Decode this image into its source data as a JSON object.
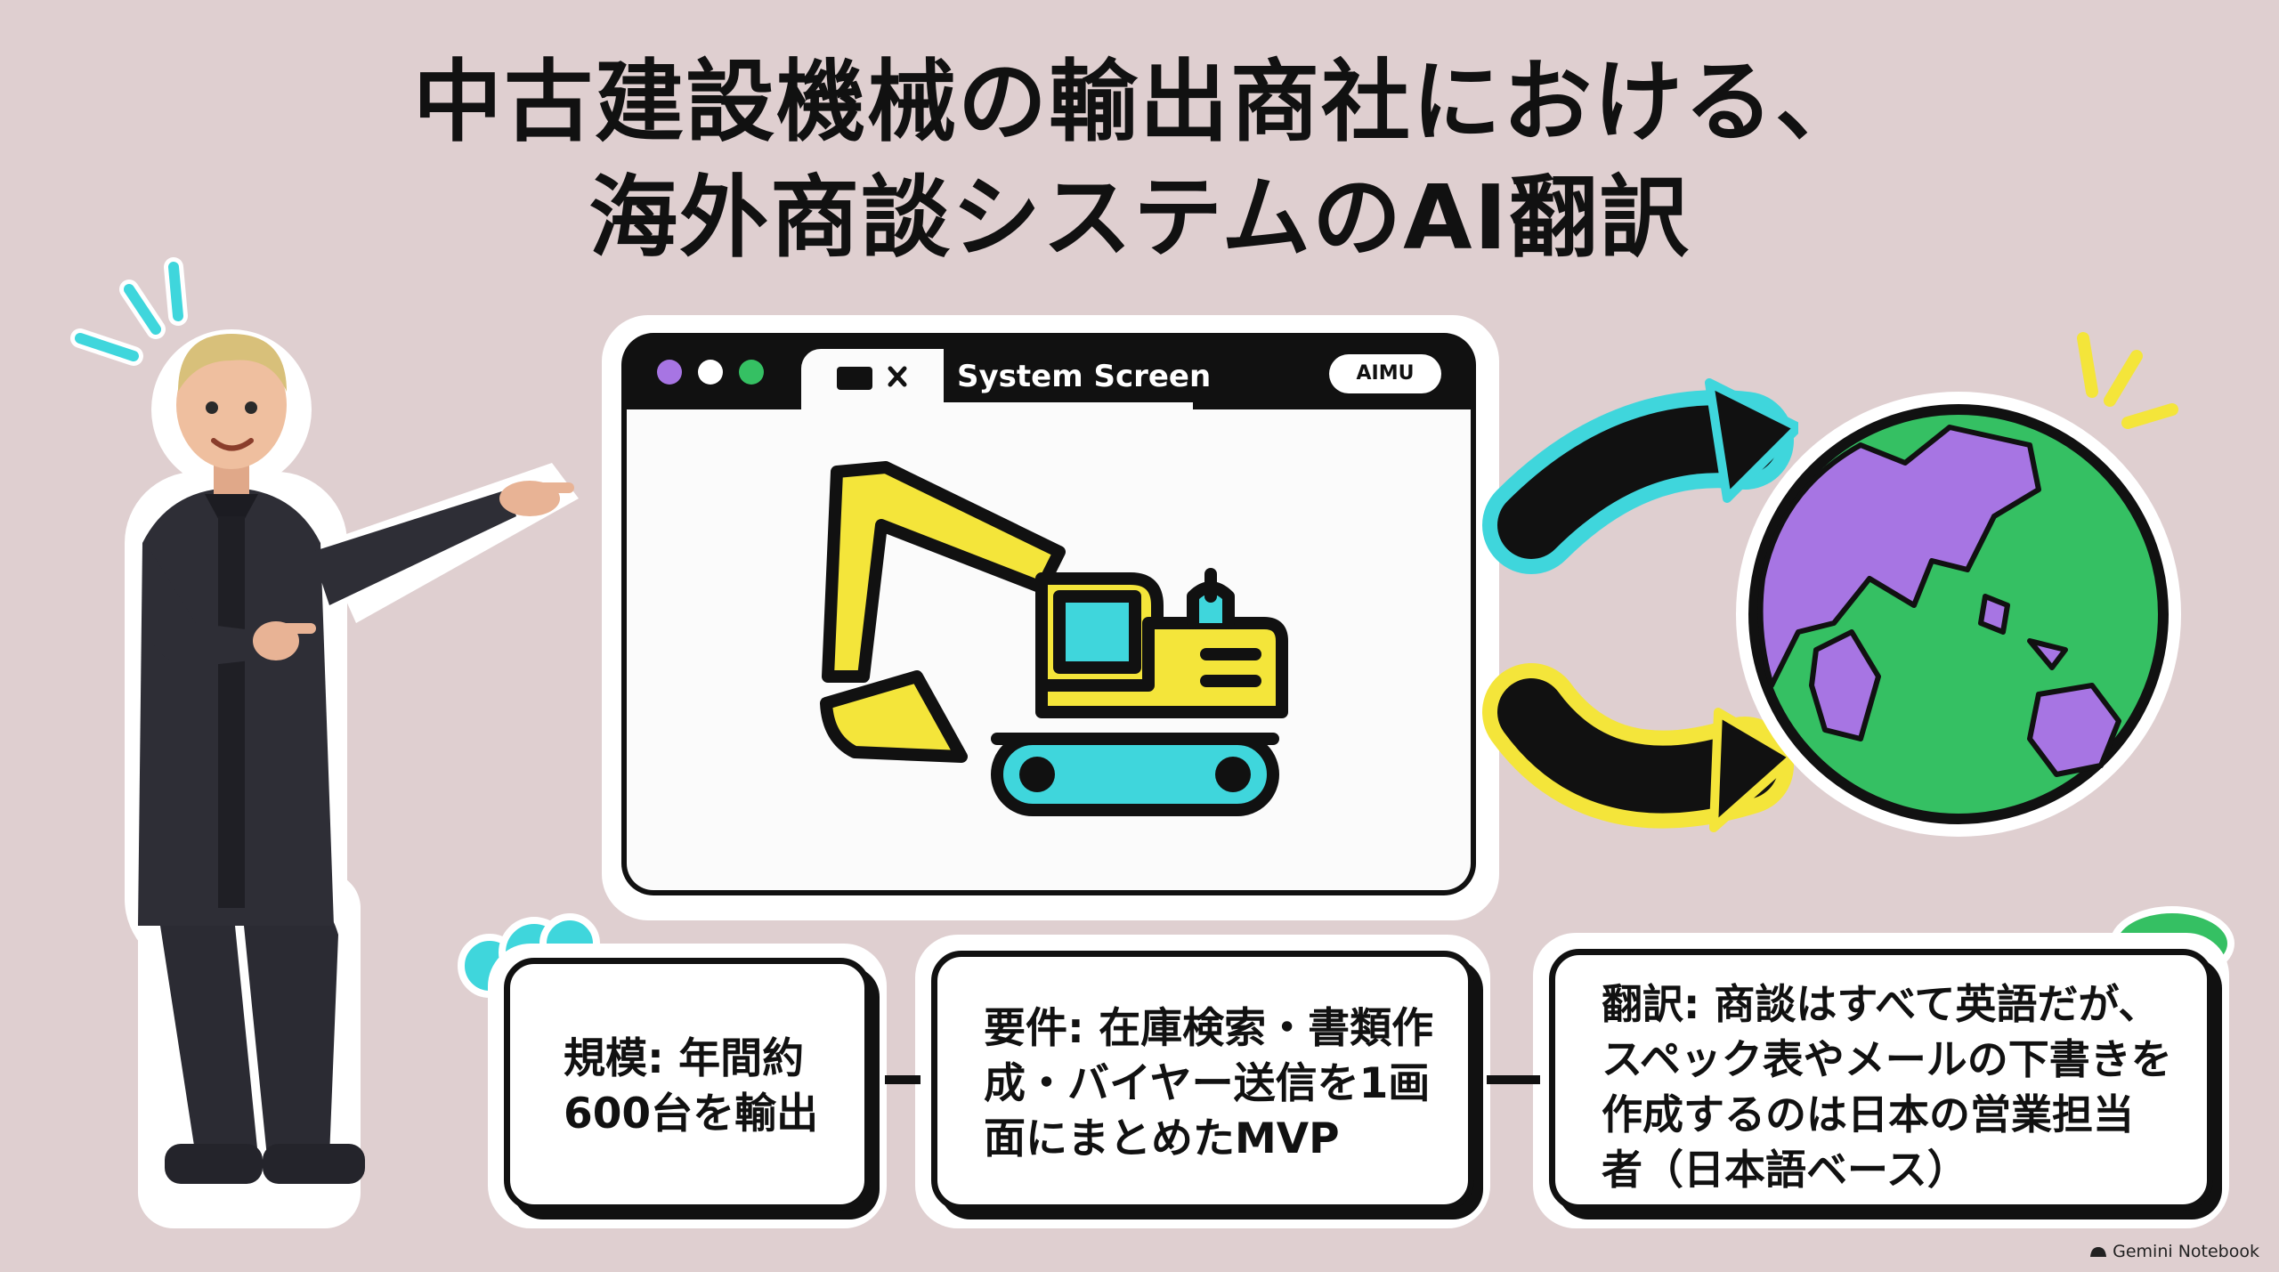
{
  "title": {
    "line1": "中古建設機械の輸出商社における、",
    "line2": "海外商談システムのAI翻訳"
  },
  "window": {
    "title": "System Screen",
    "badge": "AIMU",
    "dot_colors": [
      "#a775e3",
      "#ffffff",
      "#35c063"
    ],
    "illustration_icon": "excavator-icon"
  },
  "globe_icon": "globe-icon",
  "boxes": [
    {
      "lines": [
        "規模: 年間約",
        "600台を輸出"
      ]
    },
    {
      "lines": [
        "要件: 在庫検索・書類作",
        "成・バイヤー送信を1画",
        "面にまとめたMVP"
      ]
    },
    {
      "lines": [
        "翻訳: 商談はすべて英語だが、",
        "スペック表やメールの下書きを",
        "作成するのは日本の営業担当",
        "者（日本語ベース）"
      ]
    }
  ],
  "footer": {
    "label": "Gemini Notebook",
    "icon": "gemini-logo-icon"
  },
  "colors": {
    "background": "#dfcfd0",
    "cyan": "#3fd6dc",
    "yellow": "#f4e53a",
    "purple": "#a775e3",
    "green": "#35c063",
    "ink": "#111111"
  }
}
